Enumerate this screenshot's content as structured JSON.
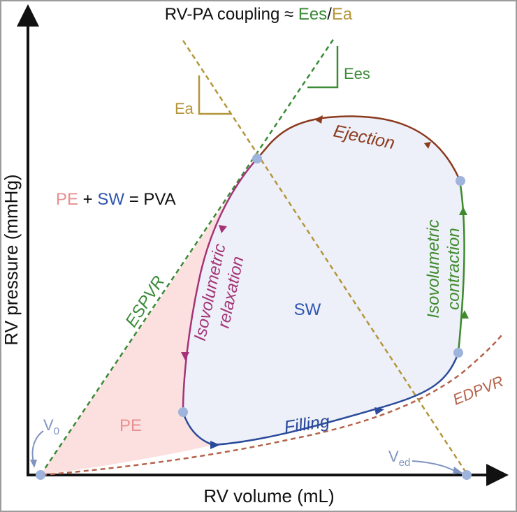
{
  "title": {
    "prefix": "RV-PA coupling ≈ ",
    "ees": "Ees",
    "slash": "/",
    "ea": "Ea"
  },
  "axes": {
    "x_label": "RV volume (mL)",
    "y_label": "RV pressure (mmHg)"
  },
  "equation": {
    "pe": "PE",
    "plus": " + ",
    "sw": "SW",
    "rest": " = PVA"
  },
  "labels": {
    "ees": "Ees",
    "ea": "Ea",
    "ejection": "Ejection",
    "isovolumetric_contraction_1": "Isovolumetric",
    "isovolumetric_contraction_2": "contraction",
    "isovolumetric_relaxation_1": "Isovolumetric",
    "isovolumetric_relaxation_2": "relaxation",
    "filling": "Filling",
    "sw": "SW",
    "pe": "PE",
    "espvr": "ESPVR",
    "edpvr": "EDPVR",
    "v0_main": "V",
    "v0_sub": "0",
    "ved_main": "V",
    "ved_sub": "ed"
  },
  "colors": {
    "ees": "#3a8a36",
    "ea": "#b3963a",
    "ejection": "#8b3a1e",
    "contraction": "#3f8a2c",
    "relaxation": "#a43477",
    "filling": "#2a4a9a",
    "pe": "#e88f8f",
    "sw": "#3056b0",
    "edpvr": "#b5634a",
    "point": "#9fb4dc",
    "loop_fill": "#edf0f8",
    "pe_fill": "#fbe0df",
    "axis": "#111111",
    "border": "#9c9c9c"
  }
}
